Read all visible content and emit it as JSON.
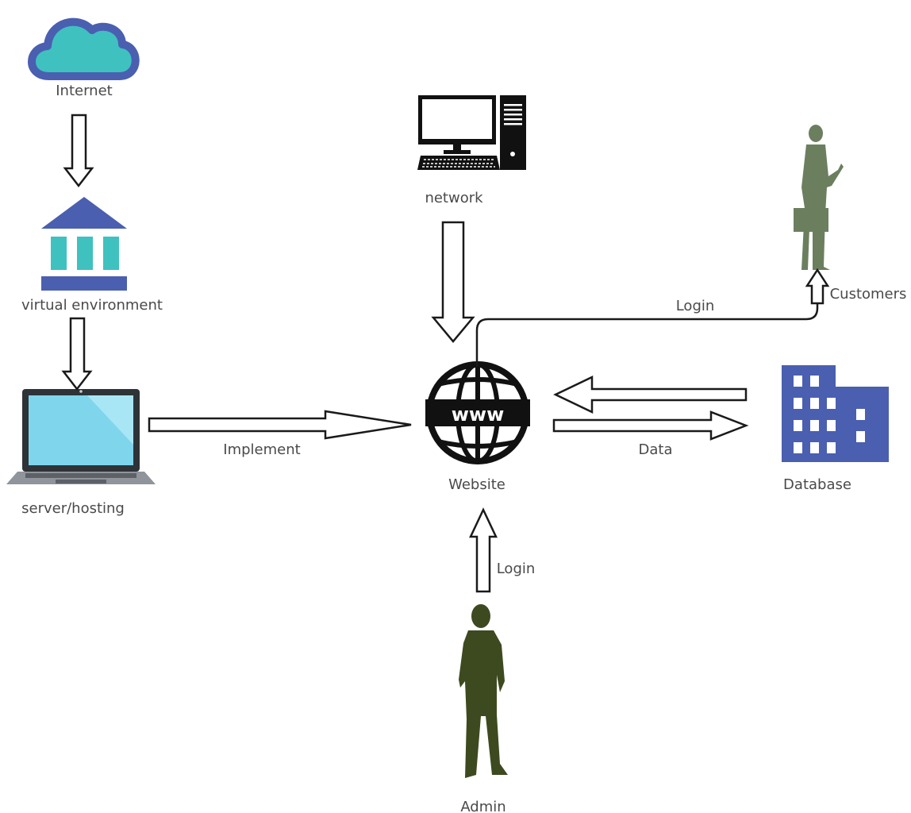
{
  "nodes": {
    "internet": "Internet",
    "virtual_environment": "virtual environment",
    "server_hosting": "server/hosting",
    "network": "network",
    "website": "Website",
    "database": "Database",
    "customers": "Customers",
    "admin": "Admin"
  },
  "edges": {
    "implement": "Implement",
    "data": "Data",
    "customer_login": "Login",
    "admin_login": "Login"
  },
  "icons": {
    "internet": "cloud-icon",
    "virtual_environment": "bank-building-icon",
    "server_hosting": "laptop-icon",
    "network": "desktop-computer-icon",
    "website": "www-globe-icon",
    "database": "office-building-icon",
    "customers": "businessman-silhouette-icon",
    "admin": "man-silhouette-icon"
  },
  "colors": {
    "cloud": "#3fc1c0",
    "cloud_outline": "#4a5fb0",
    "bank_roof": "#4a5fb0",
    "bank_columns": "#3fc1c0",
    "laptop_screen": "#7fd6ec",
    "database_building": "#4a5fb0",
    "customer_silhouette": "#6b7f5e",
    "admin_silhouette": "#3d4a1f"
  }
}
